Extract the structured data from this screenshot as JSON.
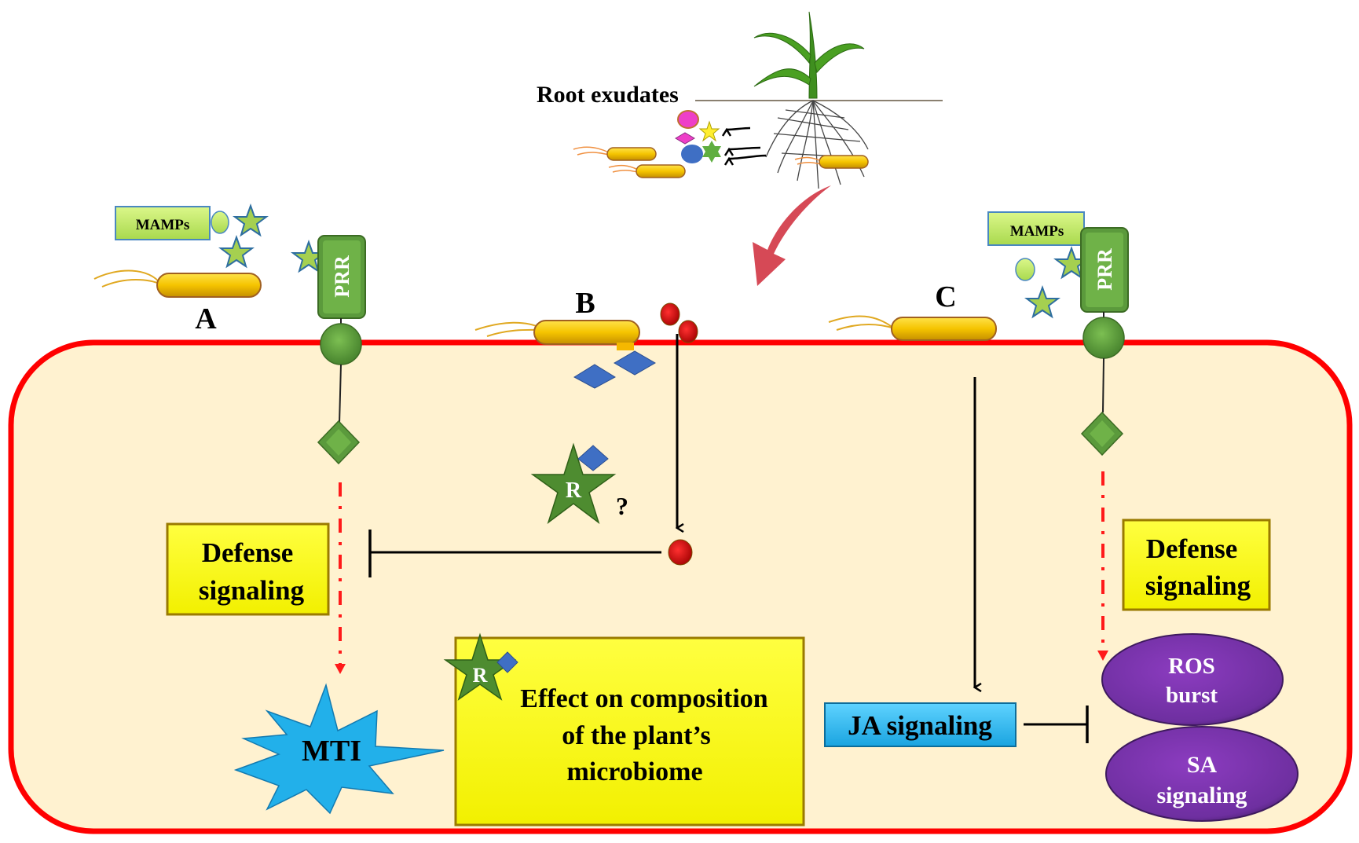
{
  "figure": {
    "top": {
      "root_exudates_label": "Root exudates"
    },
    "panels": {
      "A": {
        "label": "A",
        "mamps_label": "MAMPs",
        "prr_label": "PRR"
      },
      "B": {
        "label": "B",
        "question_mark": "?",
        "effector_star_label": "R"
      },
      "C": {
        "label": "C",
        "mamps_label": "MAMPs",
        "prr_label": "PRR"
      }
    },
    "boxes": {
      "defense_left": {
        "line1": "Defense",
        "line2": "signaling"
      },
      "defense_right": {
        "line1": "Defense",
        "line2": "signaling"
      },
      "mti": "MTI",
      "microbiome": {
        "line1": "Effect on composition",
        "line2": "of the plant’s",
        "line3": "microbiome",
        "star_label": "R"
      },
      "ja": "JA signaling",
      "ros": {
        "line1": "ROS",
        "line2": "burst"
      },
      "sa": {
        "line1": "SA",
        "line2": "signaling"
      }
    },
    "colors": {
      "membrane": "#ff0000",
      "cytoplasm": "#fff2d0",
      "bacterium": "#f5c400",
      "receptor_green": "#5b9a3c",
      "mamps_box": "#c6ef6e",
      "signal_box": "#ffff00",
      "ja_box": "#23b6ef",
      "oval_purple": "#7030a0",
      "mti_burst": "#22b0ea",
      "effector_blue": "#3f6fc4",
      "red_dot": "#dd0000"
    }
  }
}
